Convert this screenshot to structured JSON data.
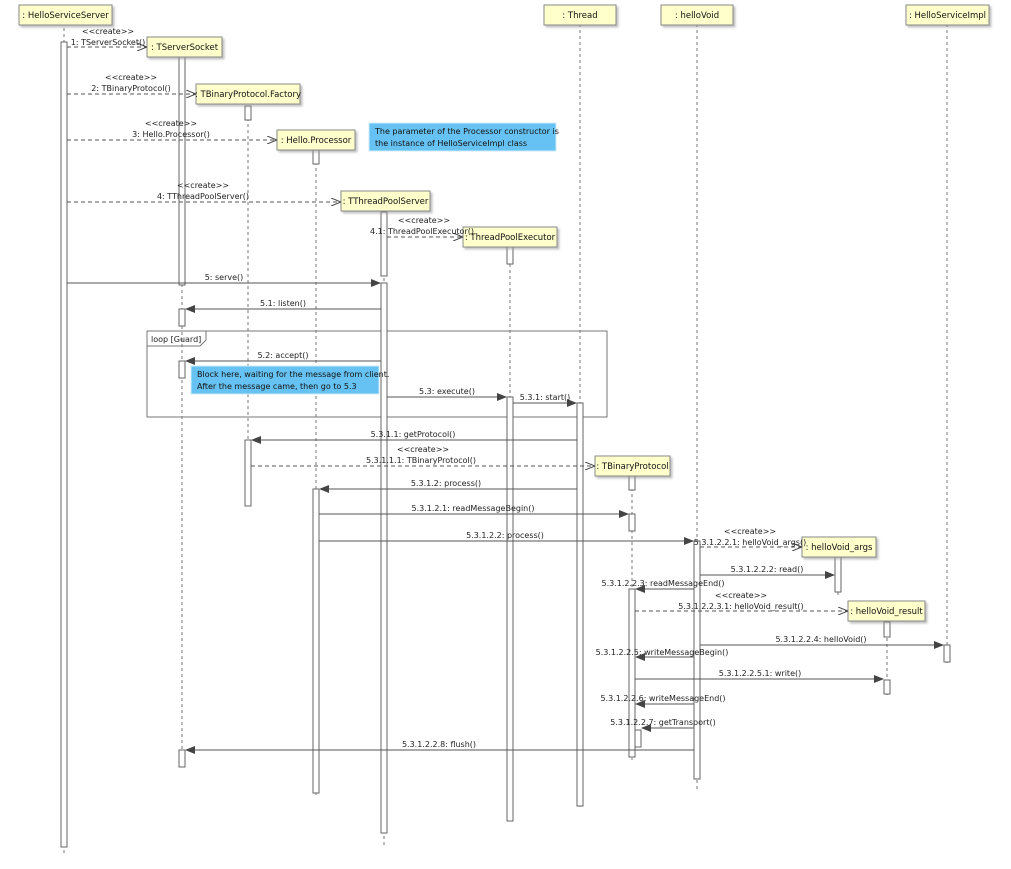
{
  "participants": {
    "hello_service_server": ": HelloServiceServer",
    "thread": ": Thread",
    "hello_void": ": helloVoid",
    "hello_service_impl": ": HelloServiceImpl"
  },
  "created": {
    "tserver_socket": ": TServerSocket",
    "tbinary_protocol_factory": ": TBinaryProtocol.Factory",
    "hello_processor": ": Hello.Processor",
    "tthreadpool_server": ": TThreadPoolServer",
    "threadpool_executor": ": ThreadPoolExecutor",
    "tbinary_protocol": ": TBinaryProtocol",
    "hello_void_args": ": helloVoid_args",
    "hello_void_result": ": helloVoid_result"
  },
  "stereotype": "<<create>>",
  "messages": {
    "m1": "1: TServerSocket()",
    "m2": "2: TBinaryProtocol()",
    "m3": "3: Hello.Processor()",
    "m4": "4: TThreadPoolServer()",
    "m41": "4.1: ThreadPoolExecutor()",
    "m5": "5: serve()",
    "m51": "5.1: listen()",
    "m52": "5.2: accept()",
    "m53": "5.3: execute()",
    "m531": "5.3.1: start()",
    "m5311": "5.3.1.1: getProtocol()",
    "m53111": "5.3.1.1.1: TBinaryProtocol()",
    "m5312": "5.3.1.2: process()",
    "m53121": "5.3.1.2.1: readMessageBegin()",
    "m53122": "5.3.1.2.2: process()",
    "m531221": "5.3.1.2.2.1: helloVoid_args()",
    "m531222": "5.3.1.2.2.2: read()",
    "m531223": "5.3.1.2.2.3: readMessageEnd()",
    "m5312231": "5.3.1.2.2.3.1: helloVoid_result()",
    "m531224": "5.3.1.2.2.4: helloVoid()",
    "m531225": "5.3.1.2.2.5: writeMessageBegin()",
    "m5312251": "5.3.1.2.2.5.1: write()",
    "m531226": "5.3.1.2.2.6: writeMessageEnd()",
    "m531227": "5.3.1.2.2.7: getTransport()",
    "m531228": "5.3.1.2.2.8: flush()"
  },
  "loop_label": "loop  [Guard]",
  "notes": {
    "processor_note": [
      "The parameter of the Processor constructor is",
      "the instance of HelloServiceImpl class"
    ],
    "block_note": [
      "Block here, waiting for the message from client.",
      "After the message came, then go to 5.3"
    ]
  },
  "colors": {
    "box_fill": "#ffffcc",
    "note_fill": "#66c2f2",
    "line": "#555555"
  }
}
